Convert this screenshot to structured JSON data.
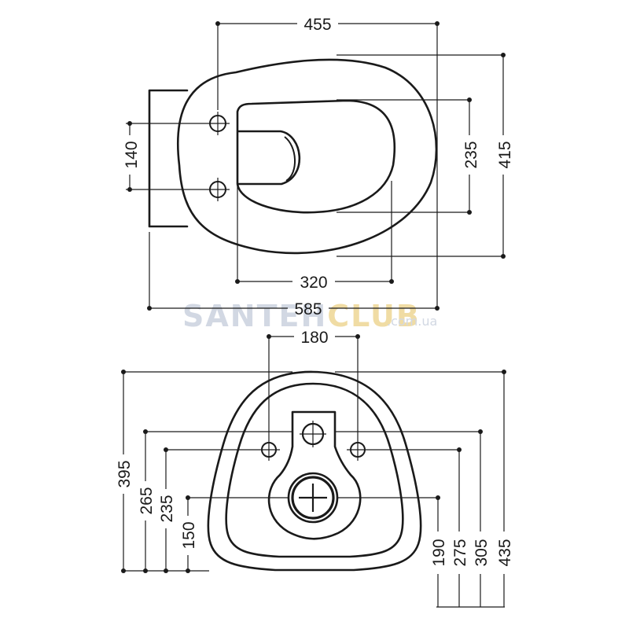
{
  "watermark": {
    "brand": "SANTEH",
    "brand_highlight": "CLUB",
    "domain": ".com.ua"
  },
  "top_view": {
    "dims": {
      "width_overall_top": "455",
      "depth_total": "585",
      "inner_opening_length": "320",
      "fixing_hole_spacing": "140",
      "inner_width": "235",
      "outer_width": "415"
    }
  },
  "bottom_view": {
    "dims": {
      "fixing_hole_spacing": "180",
      "height_overall": "395",
      "height_265": "265",
      "height_235": "235",
      "height_150": "150",
      "right_190": "190",
      "right_275": "275",
      "right_305": "305",
      "right_435": "435"
    }
  }
}
